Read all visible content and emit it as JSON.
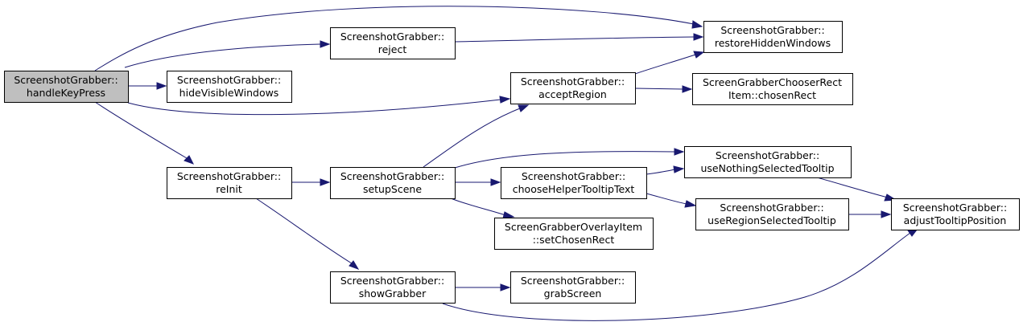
{
  "diagram": {
    "type": "call-graph",
    "colors": {
      "edge": "#191970",
      "root_fill": "#bfbfbf",
      "node_fill": "#ffffff",
      "border": "#000000"
    },
    "nodes": [
      {
        "id": "handleKeyPress",
        "lines": [
          "ScreenshotGrabber::",
          "handleKeyPress"
        ],
        "root": true
      },
      {
        "id": "hideVisibleWindows",
        "lines": [
          "ScreenshotGrabber::",
          "hideVisibleWindows"
        ]
      },
      {
        "id": "reInit",
        "lines": [
          "ScreenshotGrabber::",
          "reInit"
        ]
      },
      {
        "id": "reject",
        "lines": [
          "ScreenshotGrabber::",
          "reject"
        ]
      },
      {
        "id": "setupScene",
        "lines": [
          "ScreenshotGrabber::",
          "setupScene"
        ]
      },
      {
        "id": "showGrabber",
        "lines": [
          "ScreenshotGrabber::",
          "showGrabber"
        ]
      },
      {
        "id": "acceptRegion",
        "lines": [
          "ScreenshotGrabber::",
          "acceptRegion"
        ]
      },
      {
        "id": "chooseHelperTooltipText",
        "lines": [
          "ScreenshotGrabber::",
          "chooseHelperTooltipText"
        ]
      },
      {
        "id": "setChosenRect",
        "lines": [
          "ScreenGrabberOverlayItem",
          "::setChosenRect"
        ]
      },
      {
        "id": "grabScreen",
        "lines": [
          "ScreenshotGrabber::",
          "grabScreen"
        ]
      },
      {
        "id": "restoreHiddenWindows",
        "lines": [
          "ScreenshotGrabber::",
          "restoreHiddenWindows"
        ]
      },
      {
        "id": "chosenRect",
        "lines": [
          "ScreenGrabberChooserRect",
          "Item::chosenRect"
        ]
      },
      {
        "id": "useNothingSelectedTooltip",
        "lines": [
          "ScreenshotGrabber::",
          "useNothingSelectedTooltip"
        ]
      },
      {
        "id": "useRegionSelectedTooltip",
        "lines": [
          "ScreenshotGrabber::",
          "useRegionSelectedTooltip"
        ]
      },
      {
        "id": "adjustTooltipPosition",
        "lines": [
          "ScreenshotGrabber::",
          "adjustTooltipPosition"
        ]
      }
    ],
    "edges": [
      {
        "from": "handleKeyPress",
        "to": "restoreHiddenWindows"
      },
      {
        "from": "handleKeyPress",
        "to": "reject"
      },
      {
        "from": "handleKeyPress",
        "to": "hideVisibleWindows"
      },
      {
        "from": "handleKeyPress",
        "to": "acceptRegion"
      },
      {
        "from": "handleKeyPress",
        "to": "reInit"
      },
      {
        "from": "reject",
        "to": "restoreHiddenWindows"
      },
      {
        "from": "acceptRegion",
        "to": "restoreHiddenWindows"
      },
      {
        "from": "acceptRegion",
        "to": "chosenRect"
      },
      {
        "from": "reInit",
        "to": "setupScene"
      },
      {
        "from": "reInit",
        "to": "showGrabber"
      },
      {
        "from": "setupScene",
        "to": "acceptRegion"
      },
      {
        "from": "setupScene",
        "to": "useNothingSelectedTooltip"
      },
      {
        "from": "setupScene",
        "to": "chooseHelperTooltipText"
      },
      {
        "from": "setupScene",
        "to": "setChosenRect"
      },
      {
        "from": "chooseHelperTooltipText",
        "to": "useNothingSelectedTooltip"
      },
      {
        "from": "chooseHelperTooltipText",
        "to": "useRegionSelectedTooltip"
      },
      {
        "from": "useNothingSelectedTooltip",
        "to": "adjustTooltipPosition"
      },
      {
        "from": "useRegionSelectedTooltip",
        "to": "adjustTooltipPosition"
      },
      {
        "from": "showGrabber",
        "to": "grabScreen"
      },
      {
        "from": "showGrabber",
        "to": "adjustTooltipPosition"
      }
    ]
  }
}
